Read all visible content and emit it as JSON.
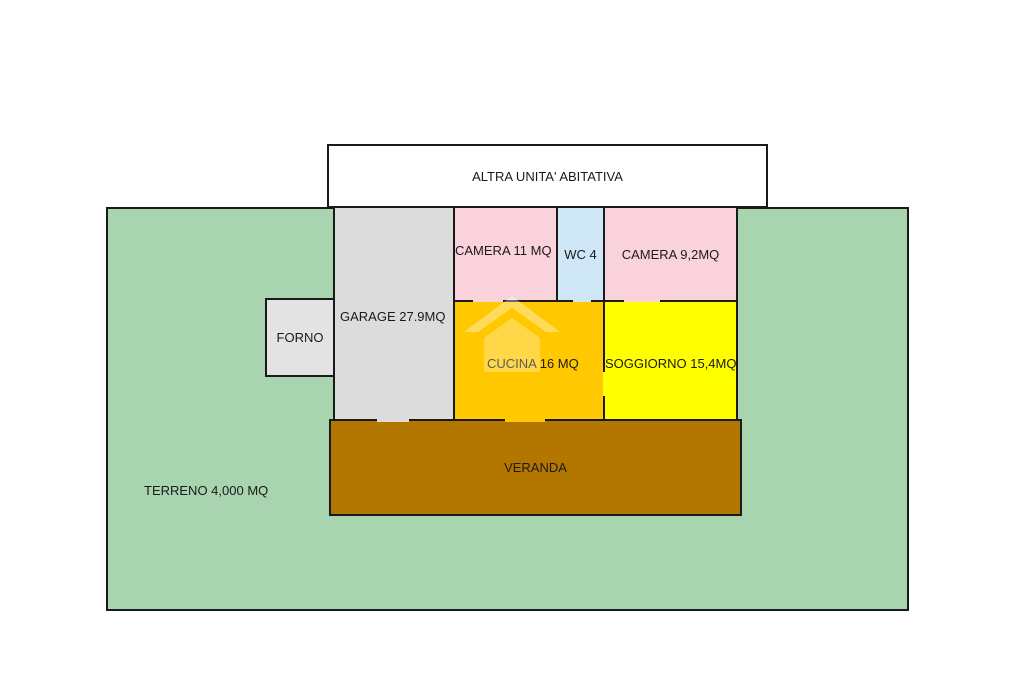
{
  "plan": {
    "altra_unita": {
      "label": "ALTRA UNITA' ABITATIVA",
      "color": "#ffffff"
    },
    "terreno": {
      "label": "TERRENO 4,000 MQ",
      "color": "#a8d5b0"
    },
    "forno": {
      "label": "FORNO",
      "color": "#e3e3e3"
    },
    "garage": {
      "label": "GARAGE 27.9MQ",
      "color": "#dcdcdc"
    },
    "camera1": {
      "label": "CAMERA 11 MQ",
      "color": "#fad2dc"
    },
    "wc": {
      "label": "WC 4",
      "color": "#cfe6f6"
    },
    "camera2": {
      "label": "CAMERA 9,2MQ",
      "color": "#fad2dc"
    },
    "cucina": {
      "label": "CUCINA 16 MQ",
      "color": "#ffc800"
    },
    "soggiorno": {
      "label": "SOGGIORNO 15,4MQ",
      "color": "#ffff00"
    },
    "veranda": {
      "label": "VERANDA",
      "color": "#b37700"
    }
  }
}
